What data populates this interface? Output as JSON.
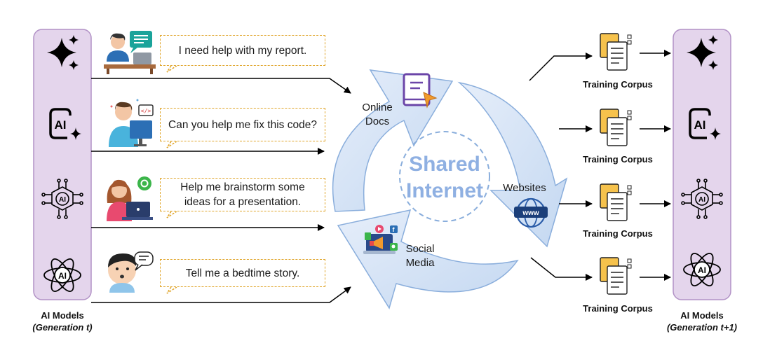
{
  "left_models": {
    "title": "AI Models",
    "generation": "(Generation t)"
  },
  "right_models": {
    "title": "AI Models",
    "generation": "(Generation t+1)"
  },
  "prompts": [
    "I need help with my report.",
    "Can you help me fix this code?",
    "Help me brainstorm some ideas for a presentation.",
    "Tell me a bedtime story."
  ],
  "cycle": {
    "center": [
      "Shared",
      "Internet"
    ],
    "nodes": {
      "online_docs": "Online Docs",
      "websites": "Websites",
      "social_media": "Social Media",
      "www": "www"
    }
  },
  "corpus_label": "Training Corpus",
  "model_icons": [
    "sparkle-icon",
    "ai-chip-icon",
    "ai-brain-circuit-icon",
    "ai-atom-icon"
  ],
  "colors": {
    "panel_fill": "#e4d5ec",
    "panel_border": "#b292c6",
    "arrow_fill": "#cfe0f5",
    "arrow_stroke": "#8aaedc",
    "bubble_border": "#e0a428",
    "shared_text": "#8fb0e2"
  }
}
